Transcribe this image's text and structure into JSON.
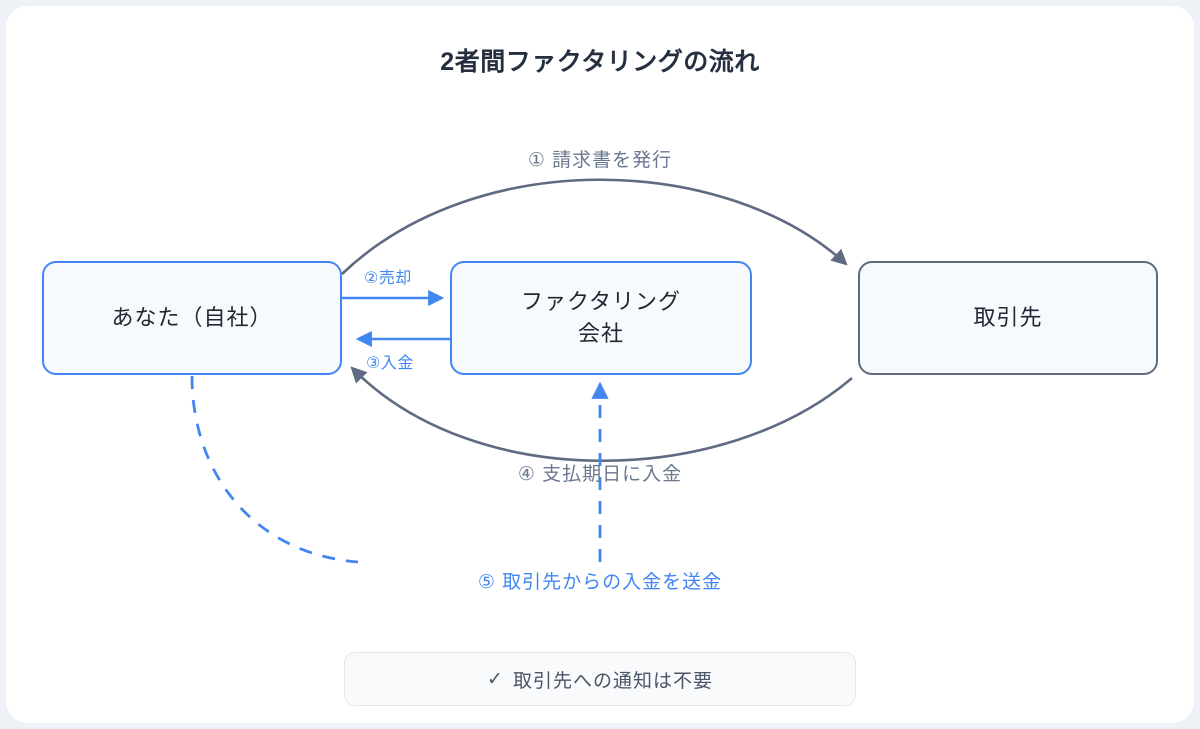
{
  "title": "2者間ファクタリングの流れ",
  "nodes": [
    {
      "id": "self",
      "label": "あなた（自社）",
      "style": "blue"
    },
    {
      "id": "factor",
      "label_line1": "ファクタリング",
      "label_line2": "会社",
      "style": "blue"
    },
    {
      "id": "client",
      "label": "取引先",
      "style": "slate"
    }
  ],
  "edges": [
    {
      "id": "1",
      "label": "① 請求書を発行",
      "color": "#6b7890",
      "style": "solid",
      "from": "self",
      "to": "client"
    },
    {
      "id": "2",
      "label": "②売却",
      "color": "#4286f2",
      "style": "solid",
      "from": "self",
      "to": "factor"
    },
    {
      "id": "3",
      "label": "③入金",
      "color": "#4286f2",
      "style": "solid",
      "from": "factor",
      "to": "self"
    },
    {
      "id": "4",
      "label": "④ 支払期日に入金",
      "color": "#6b7890",
      "style": "solid",
      "from": "client",
      "to": "self"
    },
    {
      "id": "5",
      "label": "⑤ 取引先からの入金を送金",
      "color": "#4286f2",
      "style": "dashed",
      "from": "self",
      "to": "factor"
    }
  ],
  "note": {
    "icon": "check-icon",
    "check_glyph": "✓",
    "text": "取引先への通知は不要"
  },
  "colors": {
    "page_background": "#eef1f6",
    "card_background": "#ffffff",
    "accent_blue": "#4286f2",
    "slate": "#5f6b80",
    "label_gray": "#6b7890",
    "node_fill": "#f7fafd",
    "title_text": "#252f3f"
  }
}
